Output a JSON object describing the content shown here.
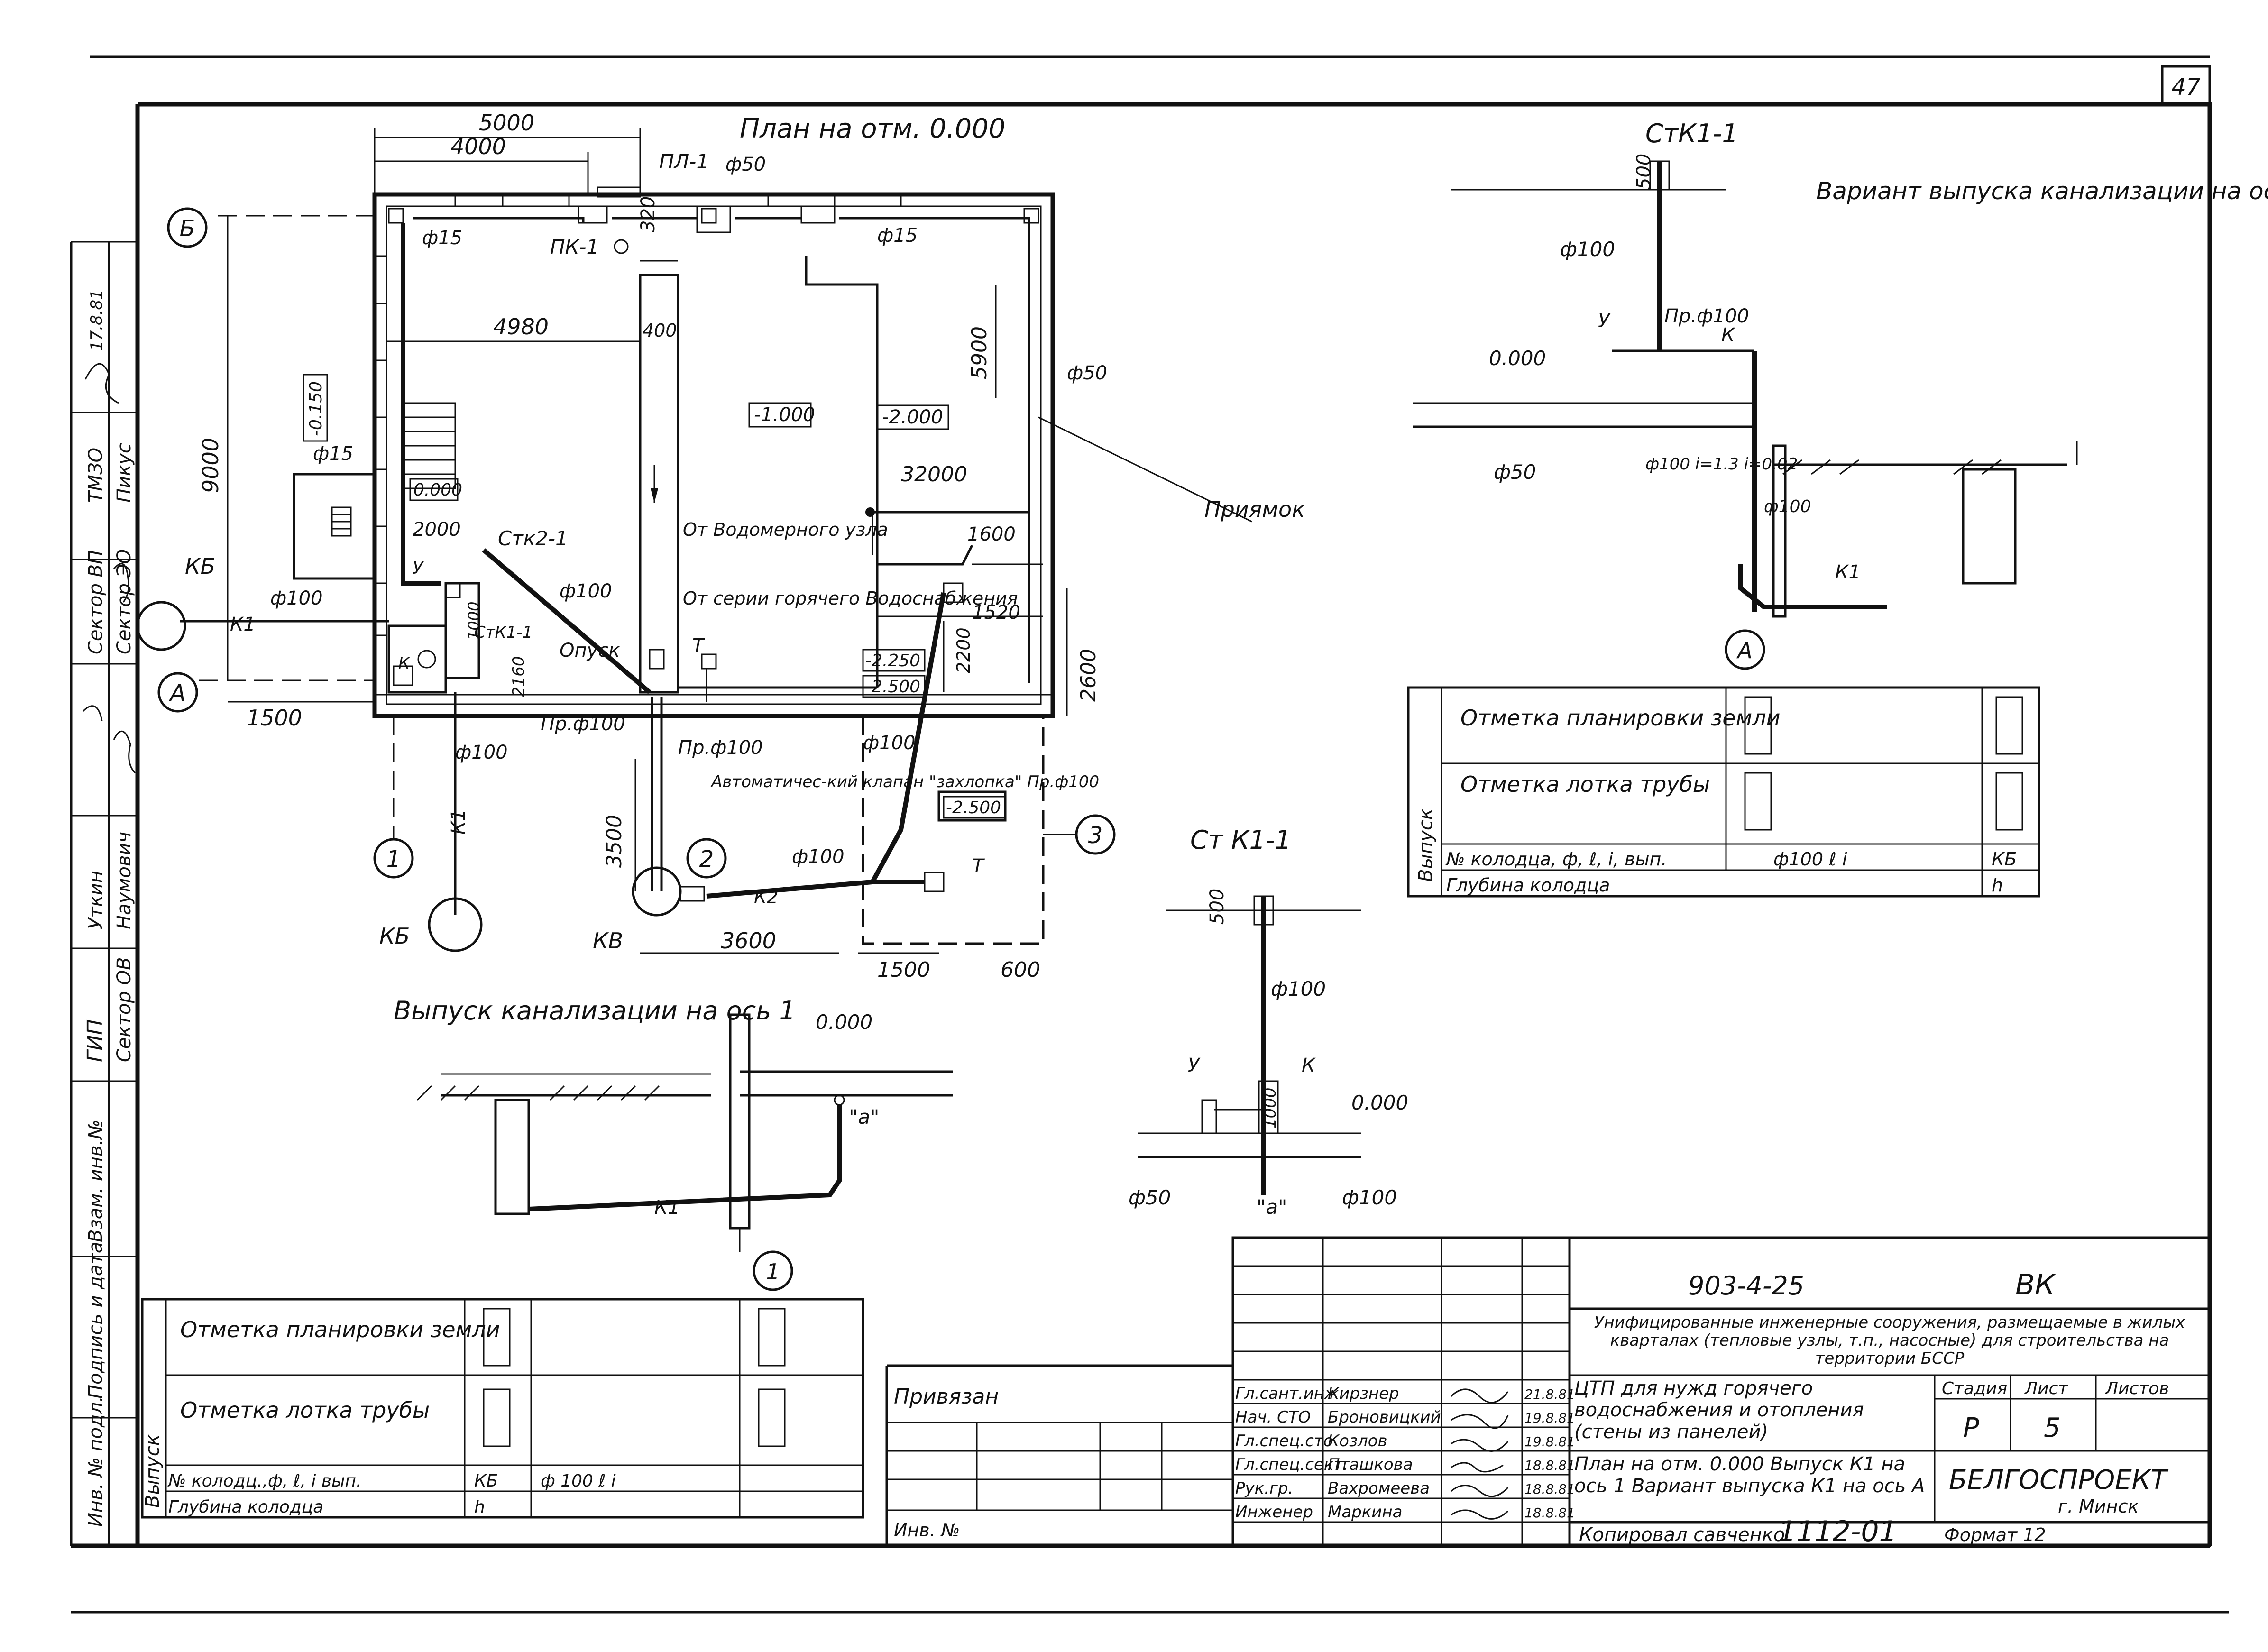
{
  "sheet": {
    "page_number": "47",
    "code": "903-4-25",
    "mark": "ВК"
  },
  "plan": {
    "title": "План на отм. 0.000",
    "dims": [
      "5000",
      "4000",
      "4980",
      "400",
      "320",
      "5900",
      "9000",
      "32000",
      "1600",
      "1520",
      "2600",
      "2200",
      "2000",
      "2160",
      "1500",
      "3500",
      "3600",
      "1500",
      "600",
      "1000"
    ],
    "labels": {
      "pl1": "ПЛ-1",
      "pk1": "ПК-1",
      "stk2": "Стк2-1",
      "stk1": "СтК1-1",
      "opusk": "Опуск",
      "priamok": "Приямок",
      "from_water": "От Водомерного узла",
      "from_hot": "От серии горячего Водоснабжения",
      "avtoklapan": "Автоматичес-кий клапан \"захлопка\" Пр.ф100",
      "pr100": "Пр.ф100",
      "kb": "КБ",
      "kv": "КВ",
      "k1": "К1",
      "k2": "К2",
      "t": "Т",
      "y": "У",
      "k": "К"
    },
    "pipes": [
      "ф15",
      "ф50",
      "ф15",
      "ф50",
      "ф15",
      "ф100",
      "ф100",
      "ф100",
      "ф100",
      "ф100"
    ],
    "levels": [
      "-0.150",
      "0.000",
      "-1.000",
      "-2.000",
      "-2.250",
      "-2.500",
      "-2.500"
    ],
    "axes": [
      "Б",
      "А",
      "1",
      "2",
      "3"
    ]
  },
  "variant": {
    "title": "СтК1-1",
    "heading": "Вариант выпуска канализации на ось А",
    "labels": [
      "500",
      "ф100",
      "Пр.ф100",
      "0.000",
      "ф50",
      "ф100 i=1.3 i=0.02",
      "ф100",
      "К1",
      "У",
      "К"
    ],
    "axis": "А"
  },
  "section": {
    "title": "Ст К1-1",
    "labels": [
      "500",
      "ф100",
      "0.000",
      "ф50",
      "ф100",
      "\"а\"",
      "1000",
      "У",
      "К"
    ]
  },
  "vypusk1": {
    "title": "Выпуск канализации на ось 1",
    "labels": [
      "0.000",
      "\"а\"",
      "К1"
    ],
    "axis": "1"
  },
  "table_right": {
    "rows": [
      "Отметка планировки земли",
      "Отметка лотка трубы",
      "№ колодца, ф, ℓ, i, вып.",
      "Глубина колодца"
    ],
    "side": "Выпуск",
    "values": [
      "ф100   ℓ      i",
      "КБ",
      "h"
    ]
  },
  "table_left": {
    "rows": [
      "Отметка планировки земли",
      "Отметка лотка трубы",
      "№ колодц.,ф, ℓ, i  вып.",
      "Глубина колодца"
    ],
    "side": "Выпуск",
    "values": [
      "КБ",
      "ф 100      ℓ          i",
      "h"
    ]
  },
  "stamp": {
    "project": "Унифицированные инженерные сооружения, размещаемые в жилых кварталах (тепловые узлы, т.п., насосные) для строительства на территории БССР",
    "object": "ЦТП для нужд горячего водоснабжения и отопления (стены из панелей)",
    "sheet_title": "План на отм. 0.000 Выпуск К1 на ось 1 Вариант выпуска К1 на ось А",
    "stage_label": "Стадия",
    "sheet_label": "Лист",
    "sheets_label": "Листов",
    "stage": "Р",
    "sheet": "5",
    "org": "БЕЛГОСПРОЕКТ",
    "city": "г. Минск",
    "bound": "Привязан",
    "inv": "Инв. №",
    "copied": "Копировал савченко",
    "archive": "1112-01",
    "format": "Формат 12",
    "people": [
      {
        "role": "Гл.сант.инж.",
        "name": "Кирзнер",
        "date": "21.8.81"
      },
      {
        "role": "Нач. СТО",
        "name": "Броновицкий",
        "date": "19.8.81"
      },
      {
        "role": "Гл.спец.сто",
        "name": "Козлов",
        "date": "19.8.81"
      },
      {
        "role": "Гл.спец.сект.",
        "name": "Пташкова",
        "date": "18.8.81"
      },
      {
        "role": "Рук.гр.",
        "name": "Вахромеева",
        "date": "18.8.81"
      },
      {
        "role": "Инженер",
        "name": "Маркина",
        "date": "18.8.81"
      }
    ]
  },
  "margin": [
    "Инв. № подл.",
    "Подпись и дата",
    "Взам. инв.№",
    "ГИП",
    "Сектор ОВ",
    "Уткин",
    "Наумович",
    "Сектор ВП",
    "Сектор ЭО",
    "ТМЗО",
    "Пикус",
    "17.8.81"
  ]
}
